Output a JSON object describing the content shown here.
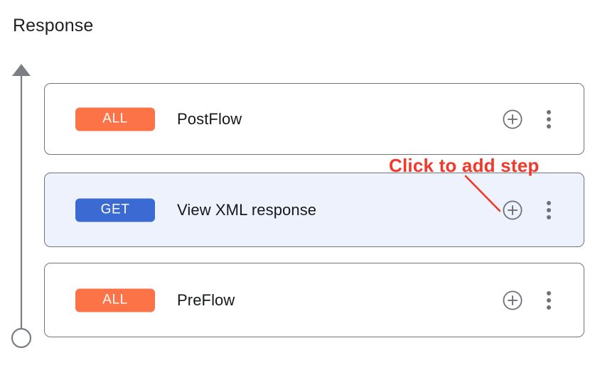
{
  "section": {
    "title": "Response"
  },
  "flow_axis": {
    "direction_icon": "up-arrow",
    "endpoint_icon": "circle-outline"
  },
  "rows": [
    {
      "verb": "ALL",
      "verb_color": "#fc7347",
      "label": "PostFlow",
      "selected": false,
      "add_icon": "plus-circle-icon",
      "menu_icon": "kebab-menu-icon"
    },
    {
      "verb": "GET",
      "verb_color": "#3b6ad2",
      "label": "View XML response",
      "selected": true,
      "add_icon": "plus-circle-icon",
      "menu_icon": "kebab-menu-icon"
    },
    {
      "verb": "ALL",
      "verb_color": "#fc7347",
      "label": "PreFlow",
      "selected": false,
      "add_icon": "plus-circle-icon",
      "menu_icon": "kebab-menu-icon"
    }
  ],
  "annotation": {
    "text": "Click to add step",
    "color": "#f2372b",
    "points_to": "add-step-button-row-1"
  },
  "colors": {
    "background": "#ffffff",
    "card_border": "#70757a",
    "selected_row_background": "#eef2fc",
    "icon_gray": "#6e7277",
    "text_primary": "#16181a",
    "annotation_red": "#f2372b",
    "badge_all": "#fc7347",
    "badge_get": "#3b6ad2"
  }
}
